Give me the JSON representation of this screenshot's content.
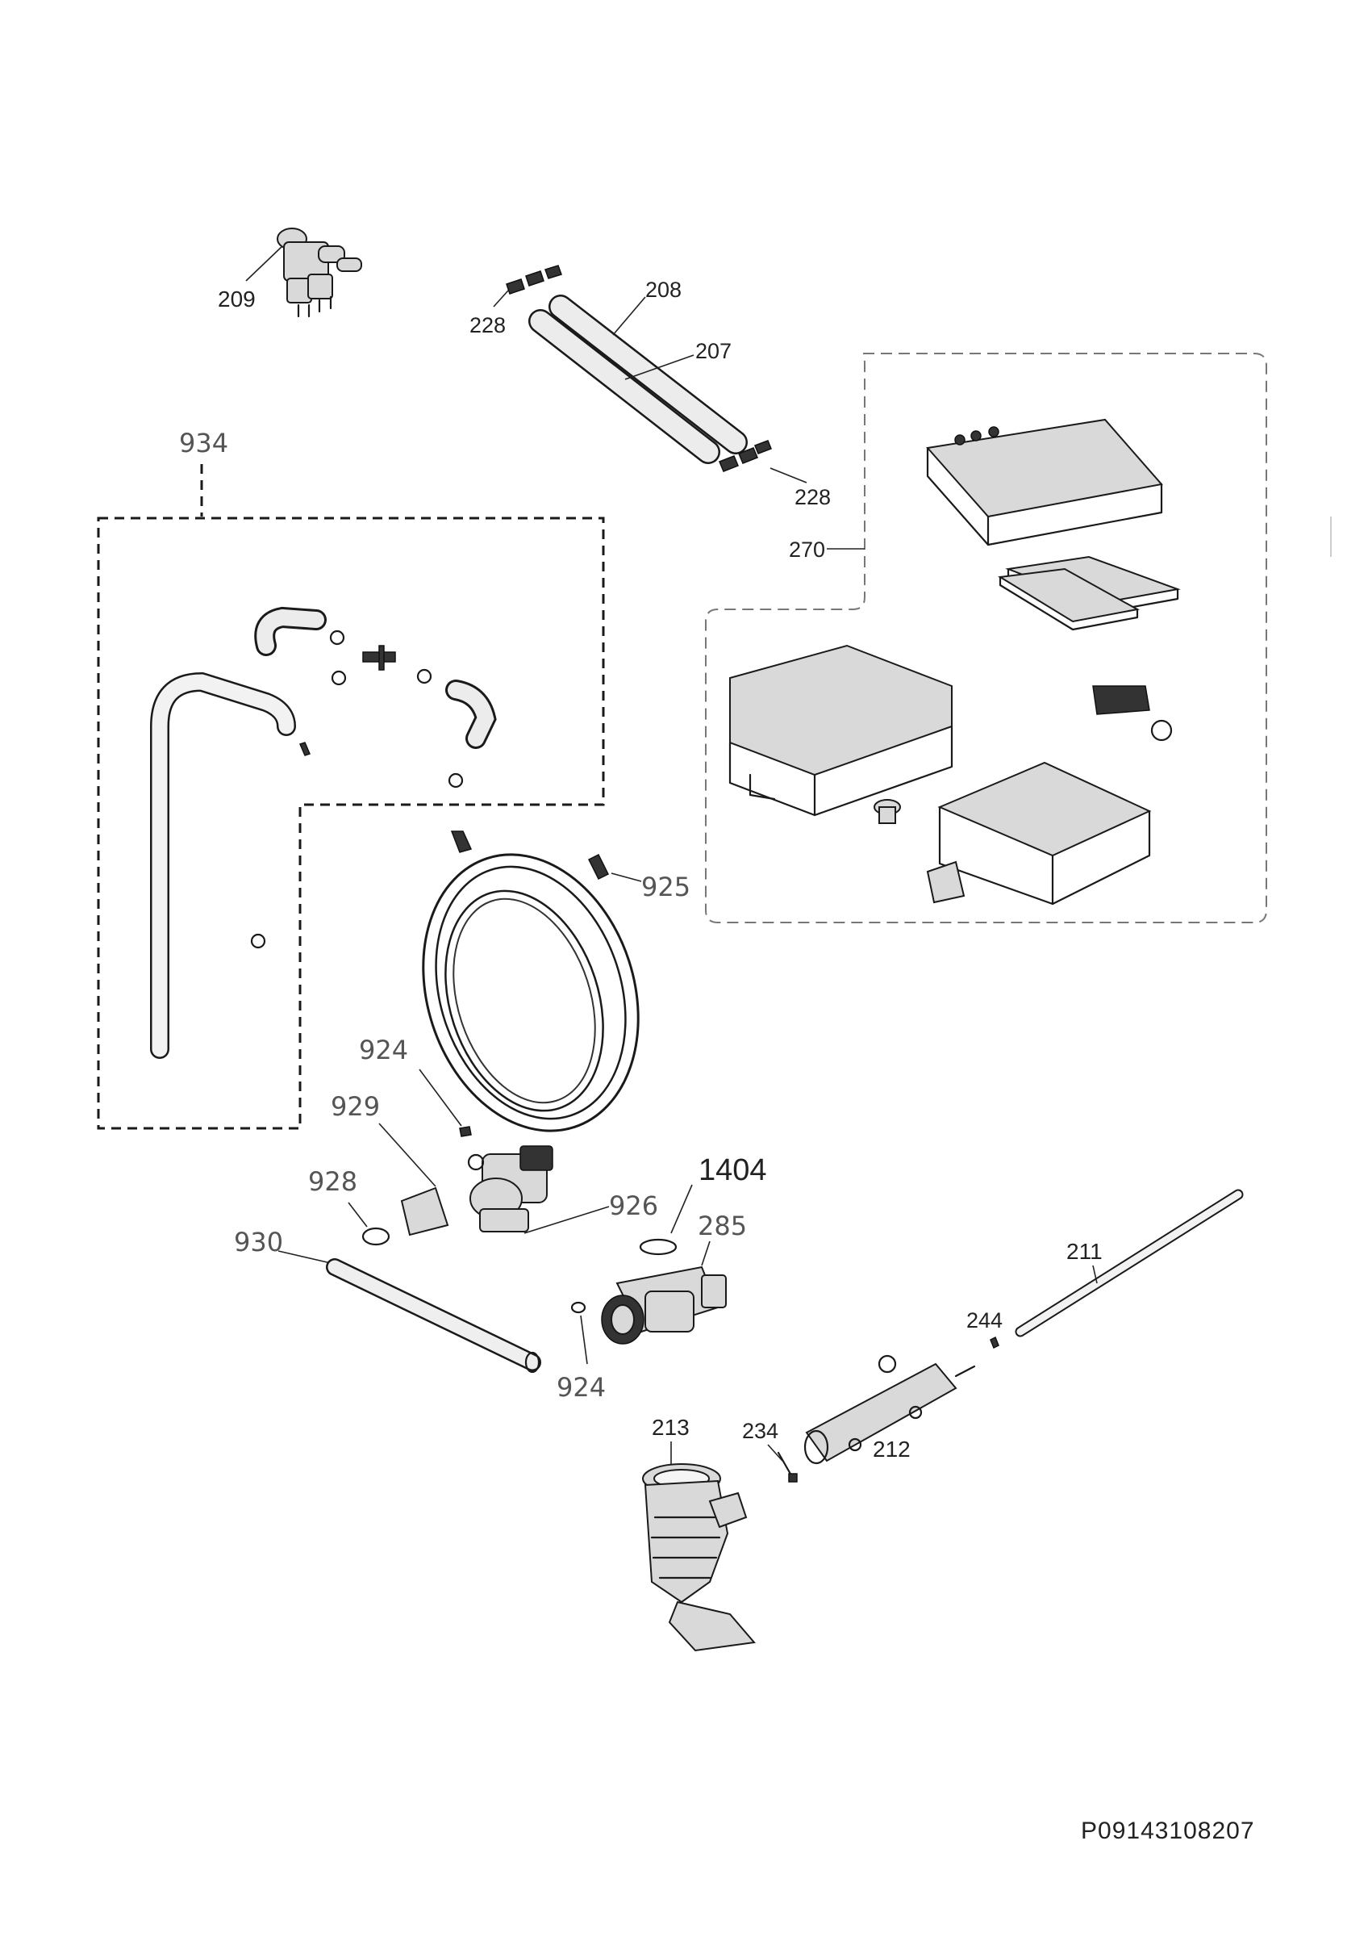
{
  "labels": {
    "l209": "209",
    "l228a": "228",
    "l208": "208",
    "l207": "207",
    "l228b": "228",
    "l934": "934",
    "l270": "270",
    "l925": "925",
    "l924a": "924",
    "l929": "929",
    "l928": "928",
    "l930": "930",
    "l926": "926",
    "l1404": "1404",
    "l285": "285",
    "l924b": "924",
    "l211": "211",
    "l244": "244",
    "l213": "213",
    "l234": "234",
    "l212": "212"
  },
  "document_code": "P09143108207"
}
